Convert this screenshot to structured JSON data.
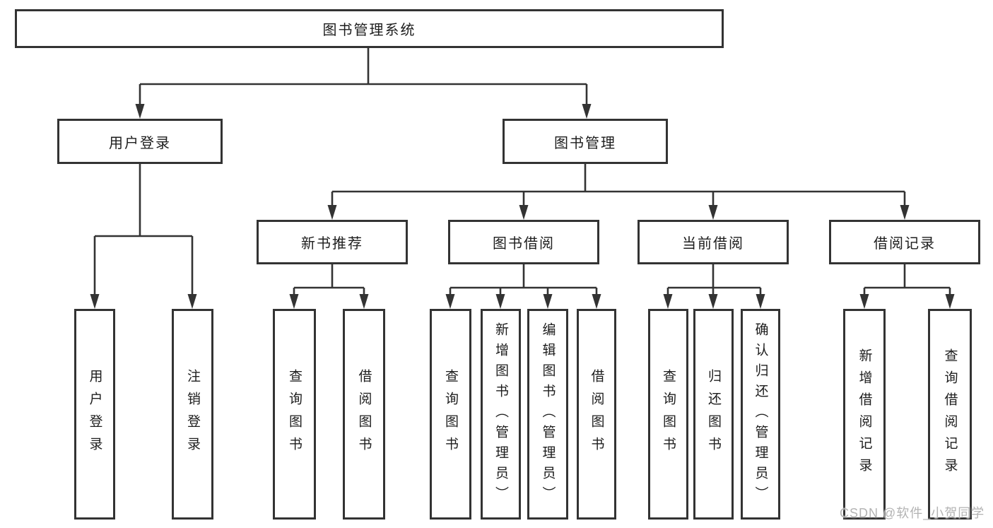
{
  "watermark": "CSDN @软件_小贺同学",
  "colors": {
    "line": "#333333",
    "box_border": "#333333",
    "box_fill": "#ffffff",
    "text": "#1d1d1d",
    "watermark": "#b3b3b3"
  },
  "nodes": {
    "root": {
      "label": "图书管理系统"
    },
    "user_login": {
      "label": "用户登录",
      "children": [
        {
          "label": "用户登录"
        },
        {
          "label": "注销登录"
        }
      ]
    },
    "book_mgmt": {
      "label": "图书管理",
      "children": [
        {
          "label": "新书推荐",
          "children": [
            {
              "label": "查询图书"
            },
            {
              "label": "借阅图书"
            }
          ]
        },
        {
          "label": "图书借阅",
          "children": [
            {
              "label": "查询图书"
            },
            {
              "label": "新增图书（管理员）"
            },
            {
              "label": "编辑图书（管理员）"
            },
            {
              "label": "借阅图书"
            }
          ]
        },
        {
          "label": "当前借阅",
          "children": [
            {
              "label": "查询图书"
            },
            {
              "label": "归还图书"
            },
            {
              "label": "确认归还（管理员）"
            }
          ]
        },
        {
          "label": "借阅记录",
          "children": [
            {
              "label": "新增借阅记录"
            },
            {
              "label": "查询借阅记录"
            }
          ]
        }
      ]
    }
  }
}
